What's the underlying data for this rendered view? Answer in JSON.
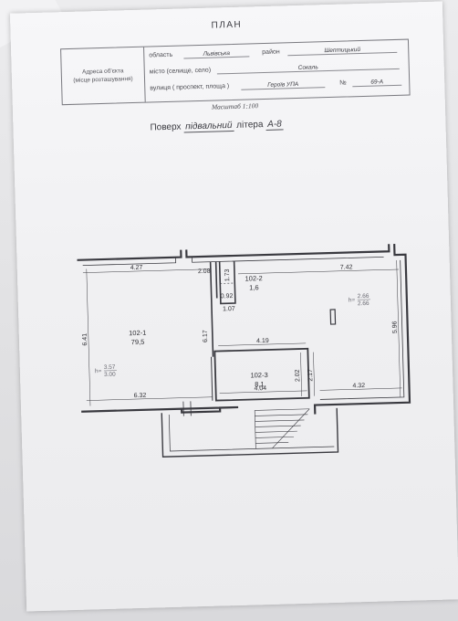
{
  "header": {
    "title": "ПЛАН"
  },
  "address": {
    "label_line1": "Адреса об'єкта",
    "label_line2": "(місце розташування)",
    "oblast_label": "область",
    "oblast_value": "Львівська",
    "raion_label": "район",
    "raion_value": "Шептицький",
    "misto_label": "місто (селище, село)",
    "misto_value": "Сокаль",
    "street_label": "вулиця ( проспект, площа )",
    "street_value": "Героїв УПА",
    "number_label": "№",
    "number_value": "69-А"
  },
  "scale": "Масштаб 1:100",
  "floor": {
    "prefix": "Поверх",
    "value": "підвальний",
    "litera_label": "літера",
    "litera_value": "А-8"
  },
  "plan": {
    "dimensions": {
      "d427": "4.27",
      "d208": "2.08",
      "d173": "1.73",
      "d742": "7.42",
      "d641": "6.41",
      "d617": "6.17",
      "d092": "0.92",
      "d107": "1.07",
      "d419": "4.19",
      "d596": "5.96",
      "d202": "2.02",
      "d217": "2.17",
      "d632": "6.32",
      "d404": "4.04",
      "d432": "4.32"
    },
    "rooms": [
      {
        "id": "102-1",
        "area": "79,5"
      },
      {
        "id": "102-2",
        "area": "1,6"
      },
      {
        "id": "102-3",
        "area": "8,1"
      }
    ],
    "heights": [
      {
        "prefix": "h=",
        "top": "3.57",
        "bottom": "3.00"
      },
      {
        "prefix": "h=",
        "top": "2.66",
        "bottom": "2.66"
      }
    ]
  }
}
